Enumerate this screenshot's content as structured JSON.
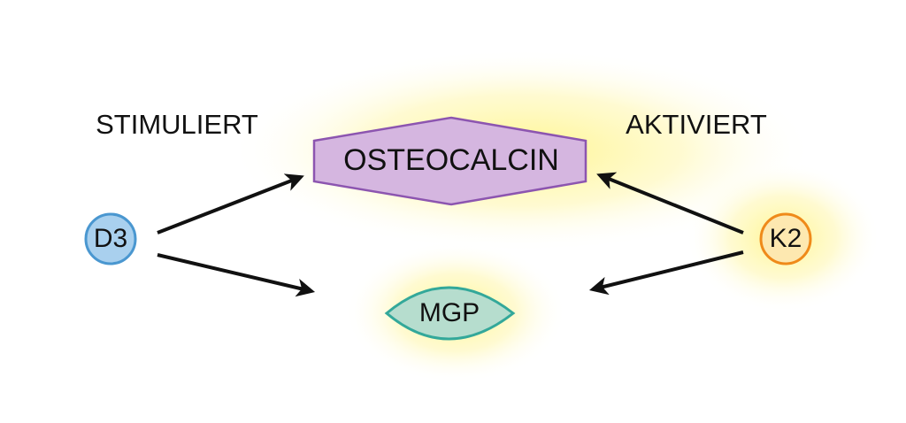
{
  "diagram": {
    "labels": {
      "left": "STIMULIERT",
      "right": "AKTIVIERT"
    },
    "nodes": {
      "d3": {
        "label": "D3",
        "fill": "#a9d0ee",
        "stroke": "#4a97d0"
      },
      "k2": {
        "label": "K2",
        "fill": "#fde8b0",
        "stroke": "#ef8a1a"
      },
      "osteocalcin": {
        "label": "OSTEOCALCIN",
        "fill": "#d5b6e0",
        "stroke": "#8c55b0"
      },
      "mgp": {
        "label": "MGP",
        "fill": "#b6ddce",
        "stroke": "#33a89a"
      }
    },
    "edges": [
      {
        "from": "D3",
        "to": "OSTEOCALCIN"
      },
      {
        "from": "D3",
        "to": "MGP"
      },
      {
        "from": "K2",
        "to": "OSTEOCALCIN"
      },
      {
        "from": "K2",
        "to": "MGP"
      }
    ],
    "colors": {
      "glow": "#fff36a",
      "arrow": "#111111"
    }
  }
}
